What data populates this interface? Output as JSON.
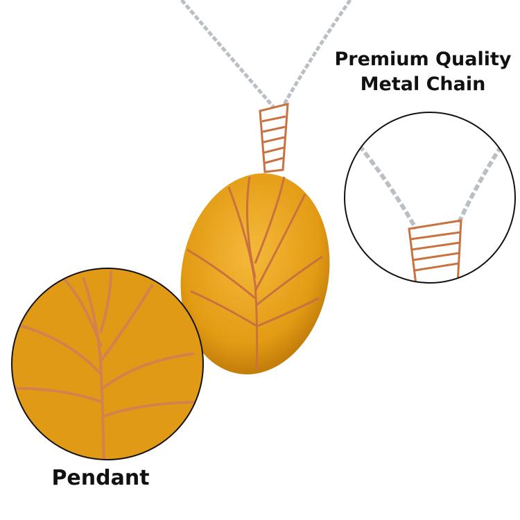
{
  "callouts": {
    "chain": {
      "line1": "Premium Quality",
      "line2": "Metal Chain"
    },
    "pendant": {
      "label": "Pendant"
    }
  },
  "colors": {
    "stone": "#e9a21a",
    "wire": "#c9713f",
    "chain": "#c8cdd2",
    "border": "#111111"
  }
}
